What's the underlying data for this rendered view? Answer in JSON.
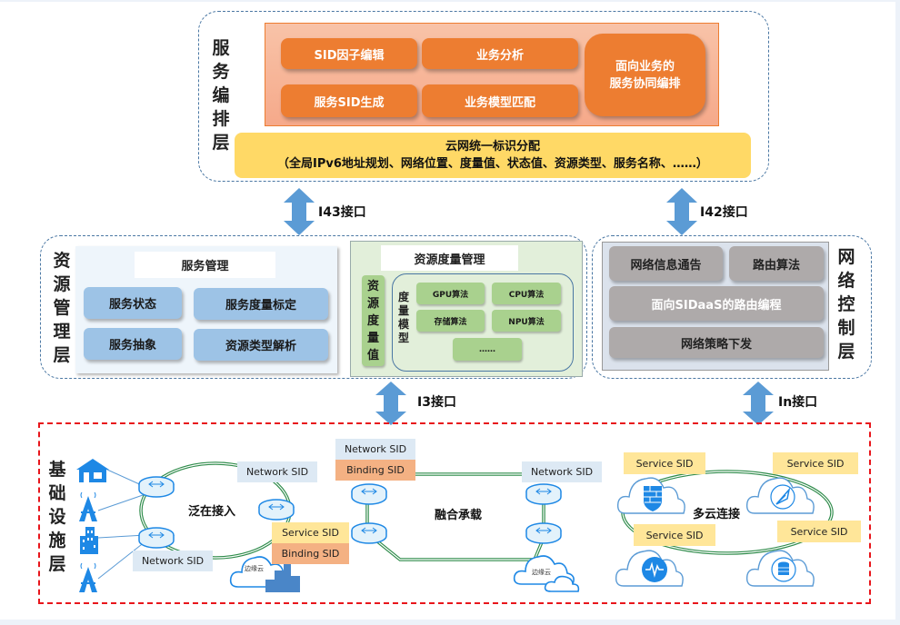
{
  "layers": {
    "service_orchestration": {
      "title": "服务编排层",
      "buttons": [
        "SID因子编辑",
        "业务分析",
        "服务SID生成",
        "业务模型匹配"
      ],
      "big_button": [
        "面向业务的",
        "服务协同编排"
      ],
      "id_allocation": {
        "title": "云网统一标识分配",
        "detail": "（全局IPv6地址规划、网络位置、度量值、状态值、资源类型、服务名称、……）"
      }
    },
    "resource_management": {
      "title": "资源管理层",
      "service_mgmt": {
        "title": "服务管理",
        "items": [
          "服务状态",
          "服务度量标定",
          "服务抽象",
          "资源类型解析"
        ]
      },
      "resource_metric_mgmt": {
        "title": "资源度量管理",
        "metric_value": "资源度量值",
        "metric_model": "度量模型",
        "algorithms": [
          "GPU算法",
          "CPU算法",
          "存储算法",
          "NPU算法",
          "……"
        ]
      }
    },
    "network_control": {
      "title": "网络控制层",
      "items": [
        "网络信息通告",
        "路由算法",
        "面向SIDaaS的路由编程",
        "网络策略下发"
      ]
    },
    "infrastructure": {
      "title": "基础设施层",
      "clusters": {
        "ubiquitous_access": "泛在接入",
        "converged_bearer": "融合承载",
        "multi_cloud": "多云连接"
      },
      "edge_cloud_label": "边缘云",
      "tags": {
        "network_sid": "Network SID",
        "binding_sid": "Binding  SID",
        "service_sid": "Service SID"
      }
    }
  },
  "interfaces": {
    "i43": "I43接口",
    "i42": "I42接口",
    "i3": "I3接口",
    "in": "In接口"
  },
  "colors": {
    "orange": "#ed7d31",
    "orange_panel": "#f8b89a",
    "yellow": "#ffd966",
    "blue": "#9dc3e6",
    "green": "#a9d18e",
    "gray": "#aeaaaa",
    "arrow_blue": "#5b9bd5",
    "red_dash": "#e8151b"
  }
}
